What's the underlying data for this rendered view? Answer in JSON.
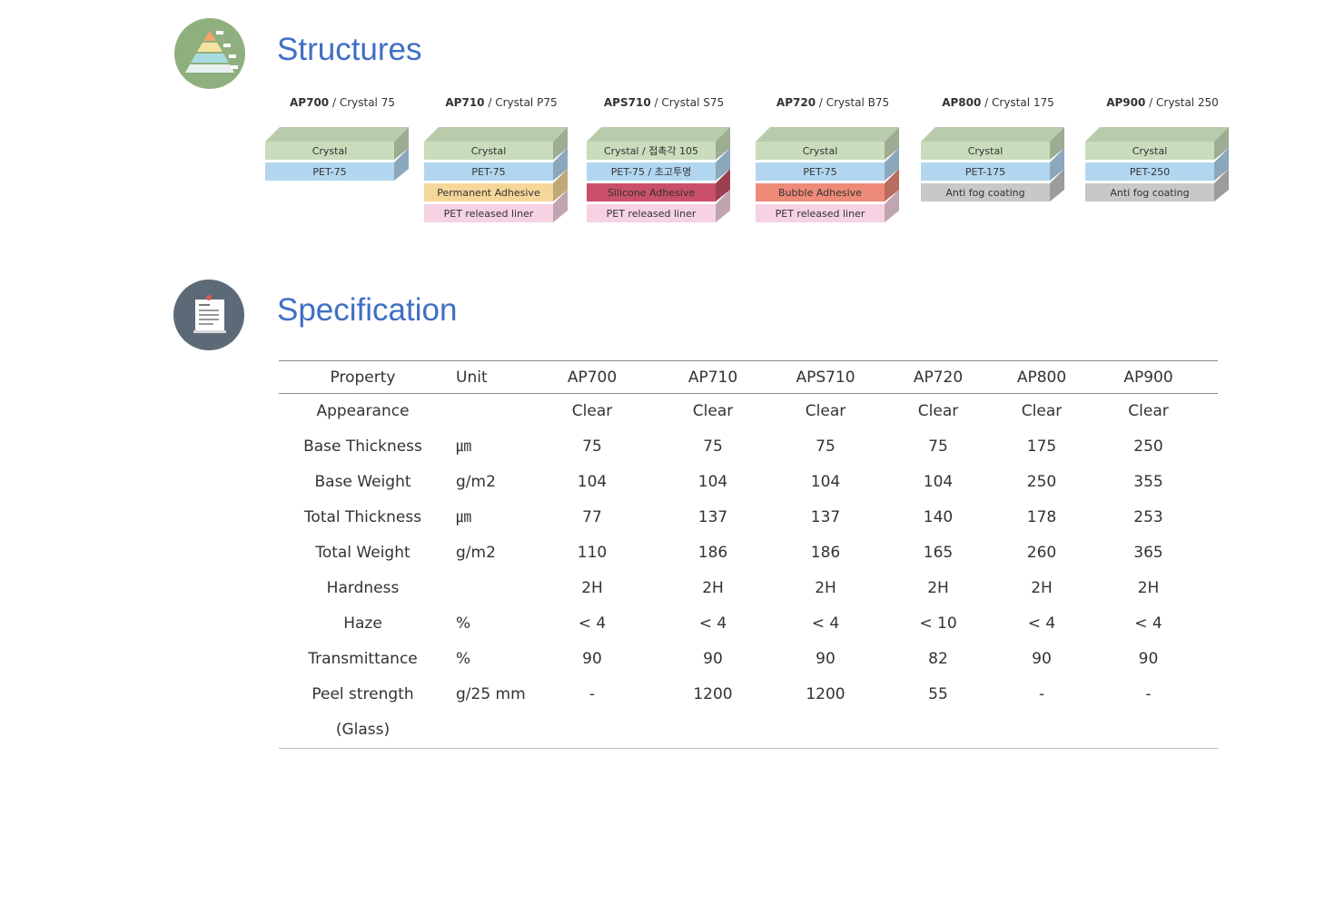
{
  "sections": {
    "structures": {
      "title": "Structures",
      "icon": "pyramid-chart-icon"
    },
    "specification": {
      "title": "Specification",
      "icon": "document-note-icon"
    }
  },
  "structures": [
    {
      "code": "AP700",
      "name": " / Crystal 75",
      "layers": [
        {
          "label": "Crystal",
          "color": "#c9dcbc"
        },
        {
          "label": "PET-75",
          "color": "#b2d6f0"
        }
      ]
    },
    {
      "code": "AP710",
      "name": " / Crystal P75",
      "layers": [
        {
          "label": "Crystal",
          "color": "#c9dcbc"
        },
        {
          "label": "PET-75",
          "color": "#b2d6f0"
        },
        {
          "label": "Permanent Adhesive",
          "color": "#f6d79a"
        },
        {
          "label": "PET released liner",
          "color": "#f6d2e2"
        }
      ]
    },
    {
      "code": "APS710",
      "name": " / Crystal S75",
      "layers": [
        {
          "label": "Crystal / 접촉각 105",
          "color": "#c9dcbc"
        },
        {
          "label": "PET-75 / 초고투명",
          "color": "#b2d6f0"
        },
        {
          "label": "Silicone Adhesive",
          "color": "#c95068"
        },
        {
          "label": "PET released liner",
          "color": "#f6d2e2"
        }
      ]
    },
    {
      "code": "AP720",
      "name": " / Crystal B75",
      "layers": [
        {
          "label": "Crystal",
          "color": "#c9dcbc"
        },
        {
          "label": "PET-75",
          "color": "#b2d6f0"
        },
        {
          "label": "Bubble Adhesive",
          "color": "#ee8a78"
        },
        {
          "label": "PET released liner",
          "color": "#f6d2e2"
        }
      ]
    },
    {
      "code": "AP800",
      "name": " / Crystal 175",
      "layers": [
        {
          "label": "Crystal",
          "color": "#c9dcbc"
        },
        {
          "label": "PET-175",
          "color": "#b2d6f0"
        },
        {
          "label": "Anti fog coating",
          "color": "#c8c8c8"
        }
      ]
    },
    {
      "code": "AP900",
      "name": " / Crystal 250",
      "layers": [
        {
          "label": "Crystal",
          "color": "#c9dcbc"
        },
        {
          "label": "PET-250",
          "color": "#b2d6f0"
        },
        {
          "label": "Anti fog coating",
          "color": "#c8c8c8"
        }
      ]
    }
  ],
  "spec": {
    "headers": [
      "Property",
      "Unit",
      "AP700",
      "AP710",
      "APS710",
      "AP720",
      "AP800",
      "AP900"
    ],
    "rows": [
      [
        "Appearance",
        "",
        "Clear",
        "Clear",
        "Clear",
        "Clear",
        "Clear",
        "Clear"
      ],
      [
        "Base Thickness",
        "㎛",
        "75",
        "75",
        "75",
        "75",
        "175",
        "250"
      ],
      [
        "Base Weight",
        "g/m2",
        "104",
        "104",
        "104",
        "104",
        "250",
        "355"
      ],
      [
        "Total Thickness",
        "㎛",
        "77",
        "137",
        "137",
        "140",
        "178",
        "253"
      ],
      [
        "Total Weight",
        "g/m2",
        "110",
        "186",
        "186",
        "165",
        "260",
        "365"
      ],
      [
        "Hardness",
        "",
        "2H",
        "2H",
        "2H",
        "2H",
        "2H",
        "2H"
      ],
      [
        "Haze",
        "%",
        "< 4",
        "< 4",
        "< 4",
        "< 10",
        "< 4",
        "< 4"
      ],
      [
        "Transmittance",
        "%",
        "90",
        "90",
        "90",
        "82",
        "90",
        "90"
      ],
      [
        "Peel strength\n(Glass)",
        "g/25 mm",
        "-",
        "1200",
        "1200",
        "55",
        "-",
        "-"
      ]
    ]
  }
}
